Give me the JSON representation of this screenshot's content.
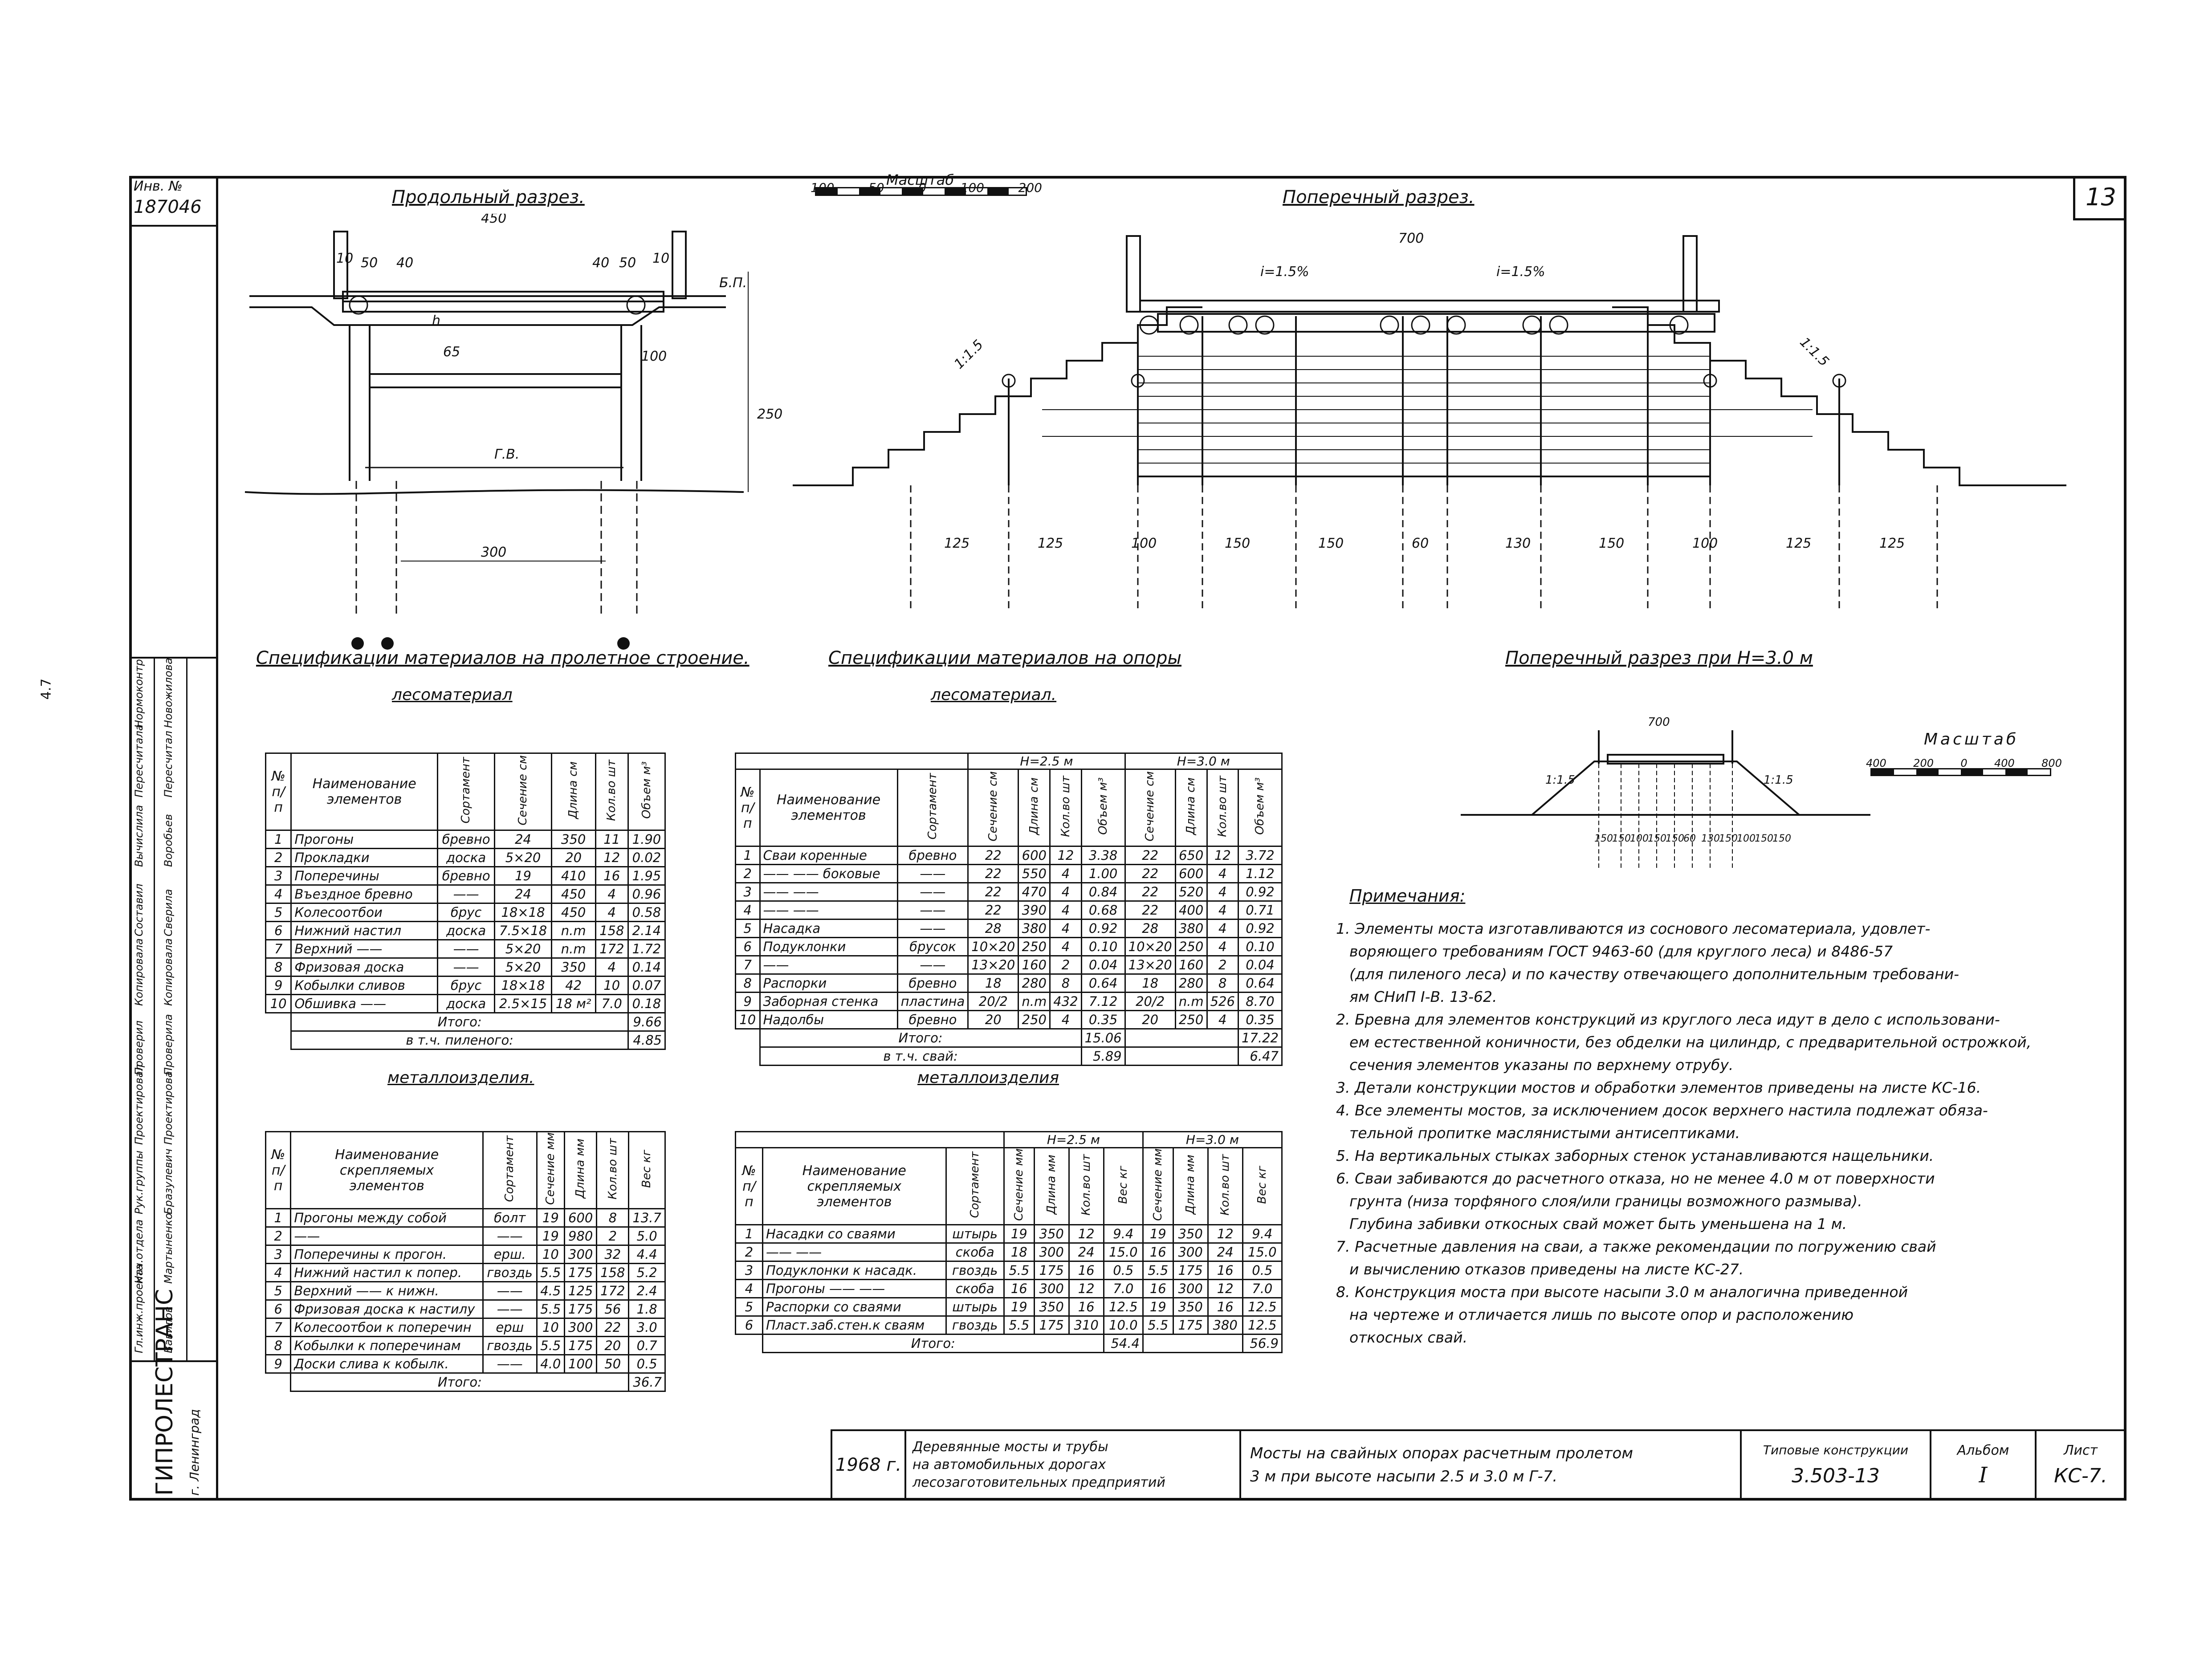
{
  "sheet_number": "13",
  "inv_label": "Инв. №",
  "inv_number": "187046",
  "left_strip": {
    "org": "ГИПРОЛЕСТРАНС",
    "city": "г. Ленинград",
    "roles": [
      "Гл.инж.проекта",
      "Нач.отдела",
      "Рук.группы",
      "Проектировал",
      "Проверил",
      "Копировала",
      "Составил",
      "Вычислила",
      "Пересчитала",
      "Нормоконтр"
    ],
    "names": [
      "Вавилов",
      "Мартыненко",
      "Бразулевич",
      "Проектирова",
      "Проверила",
      "Копировала",
      "Сверила",
      "Воробьев",
      "Пересчитал",
      "Новожилова"
    ]
  },
  "titles": {
    "longitudinal": "Продольный разрез.",
    "scale": "Масштаб",
    "scale_ticks": [
      "100",
      "50",
      "0",
      "100",
      "200"
    ],
    "transverse": "Поперечный разрез.",
    "transverse_h3": "Поперечный разрез при Н=3.0 м",
    "scale2": "Масштаб",
    "scale2_ticks": [
      "400",
      "200",
      "0",
      "400",
      "800"
    ]
  },
  "drawing_labels": {
    "long_width": "450",
    "long_dims": [
      "10",
      "50",
      "40",
      "40",
      "50",
      "10"
    ],
    "long_bp": "Б.П.",
    "long_gv": "Г.В.",
    "long_100": "100",
    "long_250": "250",
    "long_65": "65",
    "long_h": "h",
    "long_pile": "300",
    "trans_width": "700",
    "trans_slope_l": "i=1.5%",
    "trans_slope_r": "i=1.5%",
    "trans_side_l": "1:1.5",
    "trans_side_r": "1:1.5",
    "trans_spacing": [
      "125",
      "125",
      "100",
      "150",
      "150",
      "60",
      "130",
      "150",
      "100",
      "125",
      "125"
    ],
    "h3_width": "700",
    "h3_side_l": "1:1.5",
    "h3_side_r": "1:1.5",
    "h3_spacing": [
      "150",
      "150",
      "100",
      "150",
      "150",
      "60",
      "130",
      "150",
      "100",
      "150",
      "150"
    ]
  },
  "spec_span": {
    "title": "Спецификации материалов на пролетное строение.",
    "wood_title": "лесоматериал",
    "wood_headers": [
      "№ п/п",
      "Наименование элементов",
      "Сортамент",
      "Сечение см",
      "Длина см",
      "Кол.во шт",
      "Объем м³"
    ],
    "wood_rows": [
      [
        "1",
        "Прогоны",
        "бревно",
        "24",
        "350",
        "11",
        "1.90"
      ],
      [
        "2",
        "Прокладки",
        "доска",
        "5×20",
        "20",
        "12",
        "0.02"
      ],
      [
        "3",
        "Поперечины",
        "бревно",
        "19",
        "410",
        "16",
        "1.95"
      ],
      [
        "4",
        "Въездное бревно",
        "——",
        "24",
        "450",
        "4",
        "0.96"
      ],
      [
        "5",
        "Колесоотбои",
        "брус",
        "18×18",
        "450",
        "4",
        "0.58"
      ],
      [
        "6",
        "Нижний настил",
        "доска",
        "7.5×18",
        "n.m",
        "158",
        "2.14"
      ],
      [
        "7",
        "Верхний ——",
        "——",
        "5×20",
        "n.m",
        "172",
        "1.72"
      ],
      [
        "8",
        "Фризовая доска",
        "——",
        "5×20",
        "350",
        "4",
        "0.14"
      ],
      [
        "9",
        "Кобылки сливов",
        "брус",
        "18×18",
        "42",
        "10",
        "0.07"
      ],
      [
        "10",
        "Обшивка ——",
        "доска",
        "2.5×15",
        "18 м²",
        "7.0",
        "0.18"
      ]
    ],
    "wood_total_label": "Итого:",
    "wood_total": "9.66",
    "wood_sawn_label": "в т.ч. пиленого:",
    "wood_sawn": "4.85",
    "metal_title": "металлоизделия.",
    "metal_headers": [
      "№ п/п",
      "Наименование скрепляемых элементов",
      "Сортамент",
      "Сечение мм",
      "Длина мм",
      "Кол.во шт",
      "Вес кг"
    ],
    "metal_rows": [
      [
        "1",
        "Прогоны между собой",
        "болт",
        "19",
        "600",
        "8",
        "13.7"
      ],
      [
        "2",
        "——",
        "——",
        "19",
        "980",
        "2",
        "5.0"
      ],
      [
        "3",
        "Поперечины к прогон.",
        "ерш.",
        "10",
        "300",
        "32",
        "4.4"
      ],
      [
        "4",
        "Нижний настил к попер.",
        "гвоздь",
        "5.5",
        "175",
        "158",
        "5.2"
      ],
      [
        "5",
        "Верхний —— к нижн.",
        "——",
        "4.5",
        "125",
        "172",
        "2.4"
      ],
      [
        "6",
        "Фризовая доска к настилу",
        "——",
        "5.5",
        "175",
        "56",
        "1.8"
      ],
      [
        "7",
        "Колесоотбои к поперечин",
        "ерш",
        "10",
        "300",
        "22",
        "3.0"
      ],
      [
        "8",
        "Кобылки к поперечинам",
        "гвоздь",
        "5.5",
        "175",
        "20",
        "0.7"
      ],
      [
        "9",
        "Доски слива к кобылк.",
        "——",
        "4.0",
        "100",
        "50",
        "0.5"
      ]
    ],
    "metal_total_label": "Итого:",
    "metal_total": "36.7"
  },
  "spec_support": {
    "title": "Спецификации материалов на опоры",
    "wood_title": "лесоматериал.",
    "h25": "Н=2.5 м",
    "h30": "Н=3.0 м",
    "wood_headers": [
      "№ п/п",
      "Наименование элементов",
      "Сортамент",
      "Сечение см",
      "Длина см",
      "Кол.во шт",
      "Объем м³",
      "Сечение см",
      "Длина см",
      "Кол.во шт",
      "Объем м³"
    ],
    "wood_rows": [
      [
        "1",
        "Сваи коренные",
        "бревно",
        "22",
        "600",
        "12",
        "3.38",
        "22",
        "650",
        "12",
        "3.72"
      ],
      [
        "2",
        "—— —— боковые",
        "——",
        "22",
        "550",
        "4",
        "1.00",
        "22",
        "600",
        "4",
        "1.12"
      ],
      [
        "3",
        "—— ——",
        "——",
        "22",
        "470",
        "4",
        "0.84",
        "22",
        "520",
        "4",
        "0.92"
      ],
      [
        "4",
        "—— ——",
        "——",
        "22",
        "390",
        "4",
        "0.68",
        "22",
        "400",
        "4",
        "0.71"
      ],
      [
        "5",
        "Насадка",
        "——",
        "28",
        "380",
        "4",
        "0.92",
        "28",
        "380",
        "4",
        "0.92"
      ],
      [
        "6",
        "Подуклонки",
        "брусок",
        "10×20",
        "250",
        "4",
        "0.10",
        "10×20",
        "250",
        "4",
        "0.10"
      ],
      [
        "7",
        "——",
        "——",
        "13×20",
        "160",
        "2",
        "0.04",
        "13×20",
        "160",
        "2",
        "0.04"
      ],
      [
        "8",
        "Распорки",
        "бревно",
        "18",
        "280",
        "8",
        "0.64",
        "18",
        "280",
        "8",
        "0.64"
      ],
      [
        "9",
        "Заборная стенка",
        "пластина",
        "20/2",
        "n.m",
        "432",
        "7.12",
        "20/2",
        "n.m",
        "526",
        "8.70"
      ],
      [
        "10",
        "Надолбы",
        "бревно",
        "20",
        "250",
        "4",
        "0.35",
        "20",
        "250",
        "4",
        "0.35"
      ]
    ],
    "wood_total_label": "Итого:",
    "wood_total_25": "15.06",
    "wood_total_30": "17.22",
    "wood_piles_label": "в т.ч. свай:",
    "wood_piles_25": "5.89",
    "wood_piles_30": "6.47",
    "metal_title": "металлоизделия",
    "metal_headers": [
      "№ п/п",
      "Наименование скрепляемых элементов",
      "Сортамент",
      "Сечение мм",
      "Длина мм",
      "Кол.во шт",
      "Вес кг",
      "Сечение мм",
      "Длина мм",
      "Кол.во шт",
      "Вес кг"
    ],
    "metal_rows": [
      [
        "1",
        "Насадки со сваями",
        "штырь",
        "19",
        "350",
        "12",
        "9.4",
        "19",
        "350",
        "12",
        "9.4"
      ],
      [
        "2",
        "—— ——",
        "скоба",
        "18",
        "300",
        "24",
        "15.0",
        "16",
        "300",
        "24",
        "15.0"
      ],
      [
        "3",
        "Подуклонки к насадк.",
        "гвоздь",
        "5.5",
        "175",
        "16",
        "0.5",
        "5.5",
        "175",
        "16",
        "0.5"
      ],
      [
        "4",
        "Прогоны —— ——",
        "скоба",
        "16",
        "300",
        "12",
        "7.0",
        "16",
        "300",
        "12",
        "7.0"
      ],
      [
        "5",
        "Распорки со сваями",
        "штырь",
        "19",
        "350",
        "16",
        "12.5",
        "19",
        "350",
        "16",
        "12.5"
      ],
      [
        "6",
        "Пласт.заб.стен.к сваям",
        "гвоздь",
        "5.5",
        "175",
        "310",
        "10.0",
        "5.5",
        "175",
        "380",
        "12.5"
      ]
    ],
    "metal_total_label": "Итого:",
    "metal_total_25": "54.4",
    "metal_total_30": "56.9"
  },
  "notes": {
    "title": "Примечания:",
    "lines": [
      "1. Элементы моста изготавливаются из соснового лесоматериала, удовлет-",
      "воряющего требованиям ГОСТ 9463-60 (для круглого леса) и 8486-57",
      "(для пиленого леса) и по качеству отвечающего дополнительным требовани-",
      "ям СНиП I-В. 13-62.",
      "2. Бревна для элементов конструкций из круглого леса идут в дело с использовани-",
      "ем естественной коничности, без обделки на цилиндр, с предварительной острожкой,",
      "сечения элементов указаны по верхнему отрубу.",
      "3. Детали конструкции мостов и обработки элементов приведены на листе КС-16.",
      "4. Все элементы мостов, за исключением досок верхнего настила подлежат обяза-",
      "тельной пропитке маслянистыми антисептиками.",
      "5. На вертикальных стыках заборных стенок устанавливаются нащельники.",
      "6. Сваи забиваются до расчетного отказа, но не менее 4.0 м от поверхности",
      "грунта (низа торфяного слоя/или границы возможного размыва).",
      "Глубина забивки откосных свай может быть уменьшена на 1 м.",
      "7. Расчетные давления на сваи, а также рекомендации по погружению свай",
      "и вычислению отказов приведены на листе КС-27.",
      "8. Конструкция моста при высоте насыпи 3.0 м аналогична приведенной",
      "на чертеже и отличается лишь по высоте опор и расположению",
      "откосных свай."
    ]
  },
  "title_block": {
    "year": "1968 г.",
    "series": [
      "Деревянные мосты и трубы",
      "на автомобильных дорогах",
      "лесозаготовительных предприятий"
    ],
    "name": [
      "Мосты на свайных опорах расчетным пролетом",
      "3 м при высоте насыпи 2.5 и 3.0 м   Г-7."
    ],
    "typ_label": "Типовые конструкции",
    "typ_value": "3.503-13",
    "album_label": "Альбом",
    "album_value": "I",
    "sheet_label": "Лист",
    "sheet_value": "КС-7."
  },
  "margin_mark": "4.7"
}
